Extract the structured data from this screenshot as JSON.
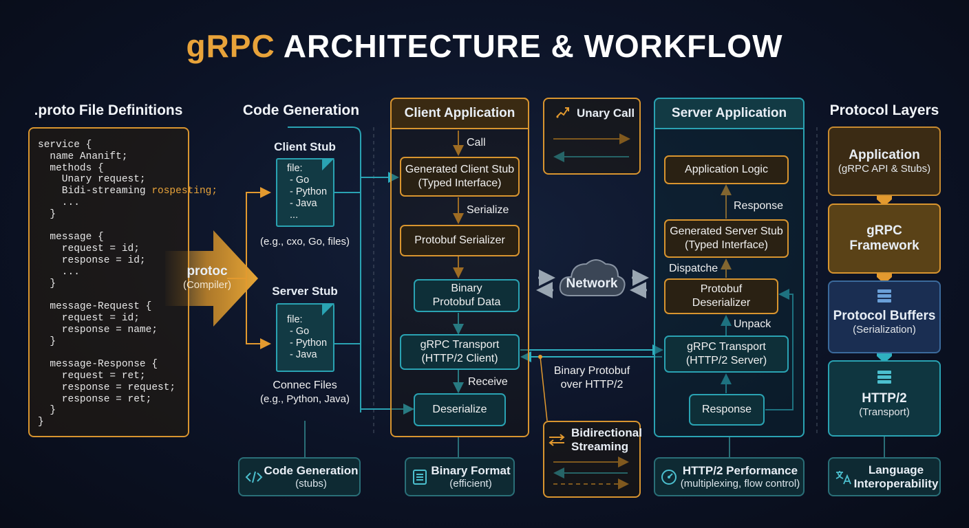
{
  "title": {
    "accent": "gRPC",
    "rest": "ARCHITECTURE & WORKFLOW"
  },
  "proto": {
    "heading": ".proto File Definitions",
    "lines": [
      [
        "service {",
        ""
      ],
      [
        "  name Ananift;",
        ""
      ],
      [
        "  methods {",
        ""
      ],
      [
        "    Unary request;",
        ""
      ],
      [
        "    Bidi-streaming ",
        "rospesting;"
      ],
      [
        "    ...",
        ""
      ],
      [
        "  }",
        ""
      ],
      [
        "",
        ""
      ],
      [
        "  message {",
        ""
      ],
      [
        "    request = id;",
        ""
      ],
      [
        "    response = id;",
        ""
      ],
      [
        "    ...",
        ""
      ],
      [
        "  }",
        ""
      ],
      [
        "",
        ""
      ],
      [
        "  message-Request {",
        ""
      ],
      [
        "    request = id;",
        ""
      ],
      [
        "    response = name;",
        ""
      ],
      [
        "  }",
        ""
      ],
      [
        "",
        ""
      ],
      [
        "  message-Response {",
        ""
      ],
      [
        "    request = ret;",
        ""
      ],
      [
        "    response = request;",
        ""
      ],
      [
        "    response = ret;",
        ""
      ],
      [
        "  }",
        ""
      ],
      [
        "}",
        ""
      ]
    ]
  },
  "protoc": {
    "name": "protoc",
    "sub": "(Compiler)"
  },
  "codegen": {
    "heading": "Code Generation",
    "client_stub": "Client Stub",
    "client_file": "file:\n - Go\n - Python\n - Java\n ...",
    "client_note": "(e.g., cxo, Go, files)",
    "server_stub": "Server Stub",
    "server_file": "file:\n - Go\n - Python\n - Java",
    "server_note1": "Connec Files",
    "server_note2": "(e.g., Python, Java)"
  },
  "client": {
    "heading": "Client Application",
    "call": "Call",
    "stub1": "Generated Client Stub",
    "stub2": "(Typed Interface)",
    "serialize": "Serialize",
    "serializer": "Protobuf Serializer",
    "binary1": "Binary",
    "binary2": "Protobuf Data",
    "transport1": "gRPC Transport",
    "transport2": "(HTTP/2 Client)",
    "receive": "Receive",
    "deserialize": "Deserialize"
  },
  "unary": {
    "label": "Unary Call"
  },
  "network": {
    "label": "Network",
    "wire1": "Binary Protobuf",
    "wire2": "over HTTP/2"
  },
  "bidi": {
    "line1": "Bidirectional",
    "line2": "Streaming"
  },
  "server": {
    "heading": "Server Application",
    "logic": "Application Logic",
    "response_lbl": "Response",
    "stub1": "Generated Server Stub",
    "stub2": "(Typed Interface)",
    "dispatch": "Dispatche",
    "deser1": "Protobuf",
    "deser2": "Deserializer",
    "unpack": "Unpack",
    "transport1": "gRPC Transport",
    "transport2": "(HTTP/2 Server)",
    "response_box": "Response"
  },
  "layers": {
    "heading": "Protocol Layers",
    "app_title": "Application",
    "app_sub": "(gRPC API & Stubs)",
    "fw_title1": "gRPC",
    "fw_title2": "Framework",
    "pb_title": "Protocol Buffers",
    "pb_sub": "(Serialization)",
    "http_title": "HTTP/2",
    "http_sub": "(Transport)"
  },
  "features": {
    "codegen_title": "Code Generation",
    "codegen_sub": "(stubs)",
    "binary_title": "Binary Format",
    "binary_sub": "(efficient)",
    "http_title": "HTTP/2 Performance",
    "http_sub": "(multiplexing, flow control)",
    "lang_title1": "Language",
    "lang_title2": "Interoperability"
  },
  "colors": {
    "orange": "#d9952f",
    "teal": "#2aa3b3",
    "background": "#0b1020"
  }
}
